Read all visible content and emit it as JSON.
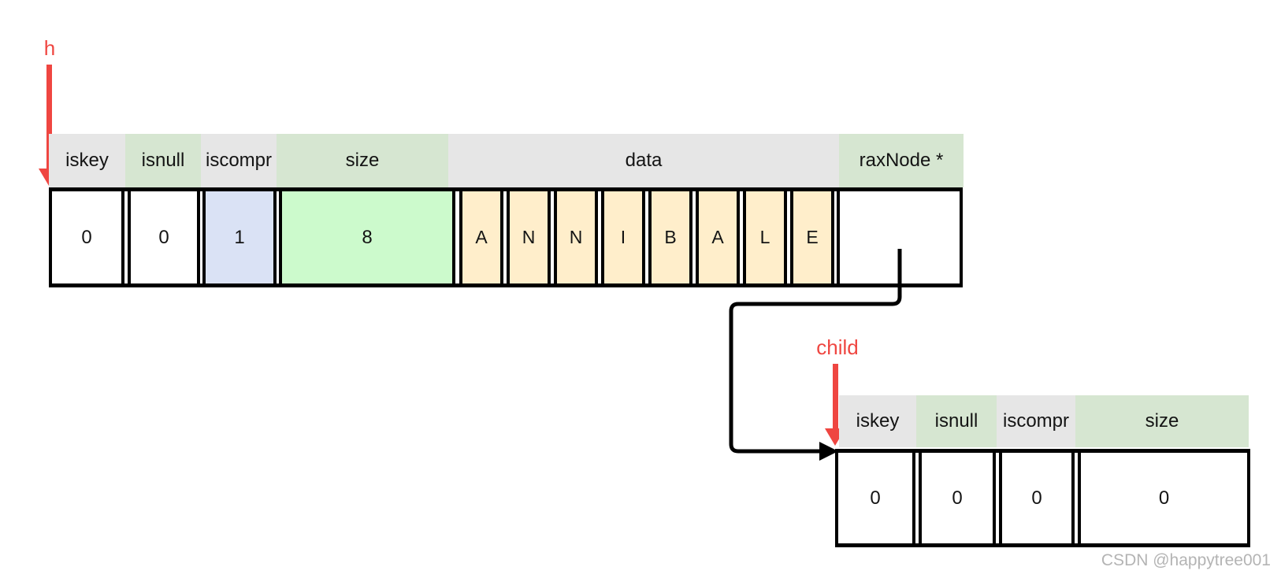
{
  "pointers": {
    "h": "h",
    "child": "child"
  },
  "node1": {
    "headers": {
      "iskey": "iskey",
      "isnull": "isnull",
      "iscompr": "iscompr",
      "size": "size",
      "data": "data",
      "raxnode": "raxNode *"
    },
    "values": {
      "iskey": "0",
      "isnull": "0",
      "iscompr": "1",
      "size": "8"
    },
    "data_chars": [
      "A",
      "N",
      "N",
      "I",
      "B",
      "A",
      "L",
      "E"
    ]
  },
  "node2": {
    "headers": {
      "iskey": "iskey",
      "isnull": "isnull",
      "iscompr": "iscompr",
      "size": "size"
    },
    "values": {
      "iskey": "0",
      "isnull": "0",
      "iscompr": "0",
      "size": "0"
    }
  },
  "watermark": "CSDN @happytree001",
  "colors": {
    "header_gray": "#e6e6e6",
    "header_green": "#d6e6d1",
    "cell_blue": "#dae2f5",
    "cell_green": "#ccfacc",
    "cell_yellow": "#ffeecb",
    "pointer_red": "#ef4641",
    "line_black": "#000000",
    "watermark_gray": "#b4b4b4"
  }
}
